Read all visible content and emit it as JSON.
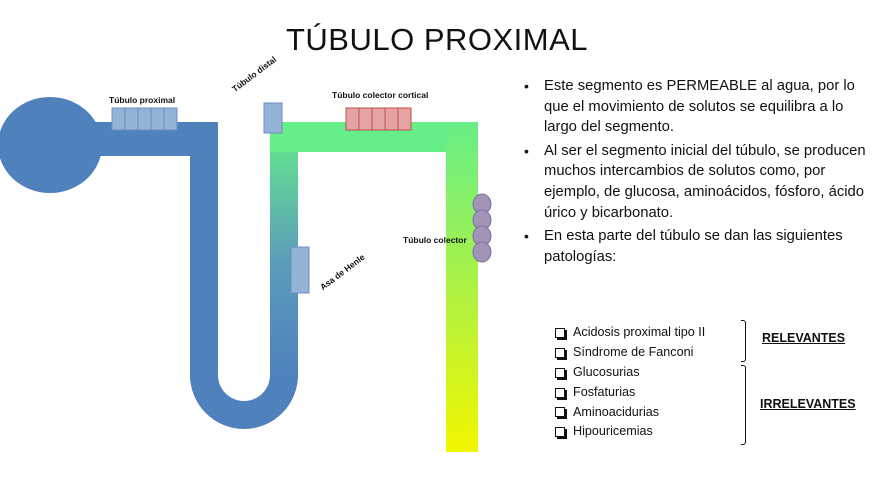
{
  "title": "TÚBULO PROXIMAL",
  "diagram": {
    "labels": {
      "proximal": "Túbulo proximal",
      "distal": "Túbulo distal",
      "colector_cortical": "Túbulo colector cortical",
      "henle": "Asa de Henle",
      "colector": "Túbulo colector"
    },
    "colors": {
      "tube_blue": "#4f81bd",
      "tube_green": "#66ee88",
      "tube_yellow": "#f2f600",
      "proximal_box": "#95b3d7",
      "cortical_box": "#e6a3a3",
      "collector_cells": "#a294b8"
    }
  },
  "bullets": [
    "Este segmento es PERMEABLE al agua, por lo que el movimiento de solutos se equilibra a lo largo del segmento.",
    "Al ser el segmento inicial del túbulo, se producen muchos intercambios de solutos como, por ejemplo, de glucosa, aminoácidos, fósforo, ácido úrico y bicarbonato.",
    "En esta parte del túbulo se dan las siguientes patologías:"
  ],
  "groups": {
    "relevant": {
      "tag": "RELEVANTES",
      "items": [
        "Acidosis proximal tipo II",
        "Síndrome de Fanconi"
      ]
    },
    "irrelevant": {
      "tag": "IRRELEVANTES",
      "items": [
        "Glucosurias",
        "Fosfaturias",
        "Aminoacidurias",
        "Hipouricemias"
      ]
    }
  }
}
